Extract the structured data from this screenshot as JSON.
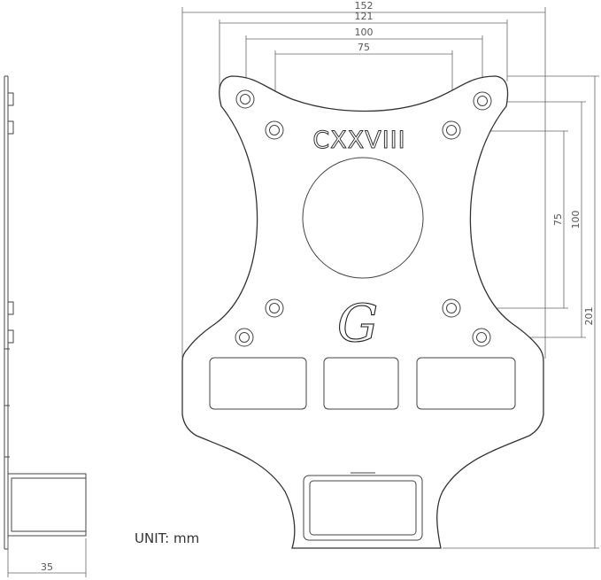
{
  "drawing": {
    "dimensions_top": [
      "152",
      "121",
      "100",
      "75"
    ],
    "dimensions_right": [
      "75",
      "100",
      "201"
    ],
    "dimension_side": "35",
    "engraving": "CXXVIII",
    "logo_letter": "G",
    "unit_label": "UNIT: mm"
  }
}
